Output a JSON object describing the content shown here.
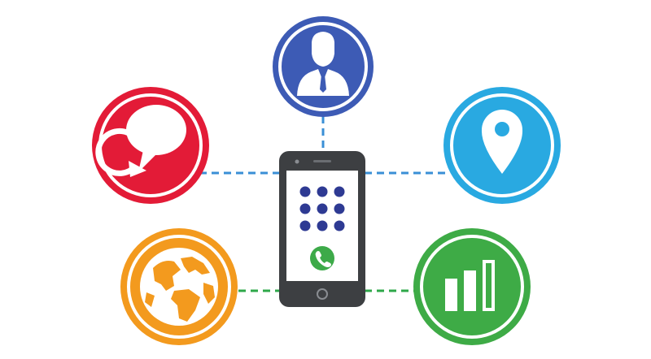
{
  "colors": {
    "background": "#ffffff",
    "connector_blue": "#3a8fd6",
    "connector_green": "#2ea84a",
    "phone_body": "#3d3f42",
    "phone_screen": "#ffffff",
    "keypad_dot": "#2e3a93",
    "call_button": "#3daa49",
    "person_node": "#3d5bb5",
    "chat_node": "#e31b37",
    "location_node": "#29a9e1",
    "globe_node": "#f39a1e",
    "chart_node": "#3eab46"
  },
  "nodes": [
    {
      "name": "person-node",
      "icon": "person-icon",
      "color": "#3d5bb5"
    },
    {
      "name": "chat-node",
      "icon": "chat-bubbles-icon",
      "color": "#e31b37"
    },
    {
      "name": "location-node",
      "icon": "location-pin-icon",
      "color": "#29a9e1"
    },
    {
      "name": "globe-node",
      "icon": "globe-icon",
      "color": "#f39a1e"
    },
    {
      "name": "chart-node",
      "icon": "bar-chart-icon",
      "color": "#3eab46"
    }
  ],
  "center": {
    "name": "smartphone",
    "icon": "smartphone-icon",
    "keypad_dots": 9,
    "call_icon": "phone-call-icon"
  }
}
